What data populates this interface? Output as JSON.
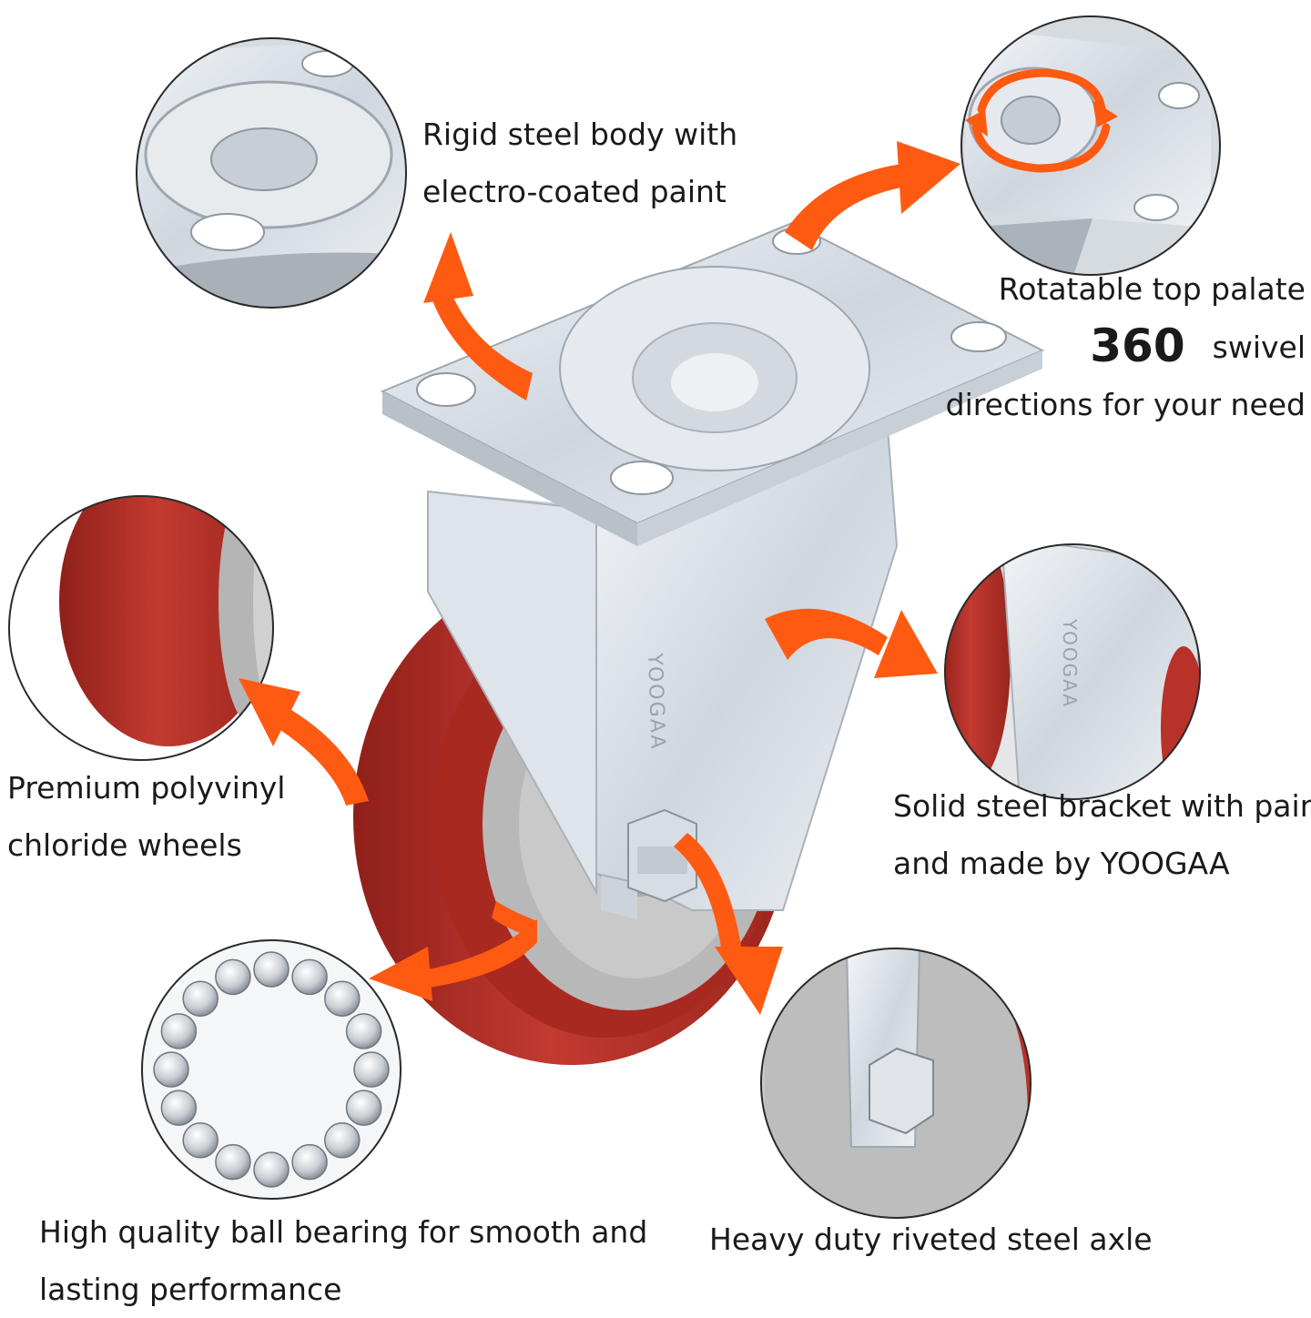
{
  "product": {
    "brand": "YOOGAA"
  },
  "colors": {
    "arrow": "#ff5a12",
    "wheel": "#b8322a",
    "wheel_dark": "#8f1f1a",
    "hub": "#b9b9b9",
    "steel": "#dfe4ea",
    "steel_dark": "#a9b1ba",
    "circle_outline": "#2a2a2a"
  },
  "callouts": {
    "steel_body": {
      "line1": "Rigid steel body with",
      "line2": "electro-coated paint"
    },
    "top_plate": {
      "line1": "Rotatable top palate",
      "degrees": "360",
      "swivel": "swivel",
      "line3": "directions for your need"
    },
    "wheels": {
      "line1": "Premium polyvinyl",
      "line2": "chloride wheels"
    },
    "bracket": {
      "line1": "Solid steel bracket with paint",
      "line2": "and made by YOOGAA"
    },
    "bearing": {
      "line1": "High quality ball bearing for smooth and",
      "line2": "lasting performance"
    },
    "axle": {
      "line1": "Heavy duty riveted steel axle"
    }
  },
  "icons": [
    "rotation-arrows-icon",
    "callout-arrow-icon"
  ]
}
